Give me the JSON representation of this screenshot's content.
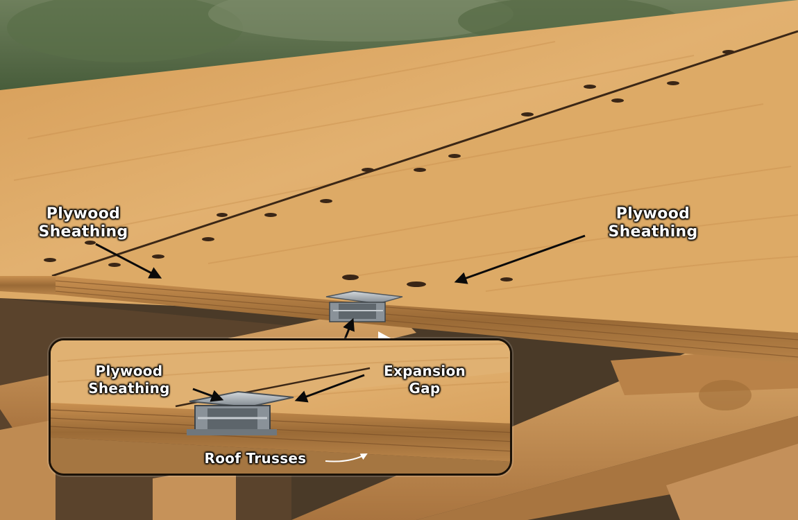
{
  "scene": {
    "labels": {
      "left_sheathing_line1": "Plywood",
      "left_sheathing_line2": "Sheathing",
      "right_sheathing_line1": "Plywood",
      "right_sheathing_line2": "Sheathing"
    },
    "inset": {
      "sheathing_line1": "Plywood",
      "sheathing_line2": "Sheathing",
      "gap_line1": "Expansion",
      "gap_line2": "Gap",
      "trusses": "Roof Trusses"
    },
    "colors": {
      "plywood": "#d9a45e",
      "plywood_light": "#e6b877",
      "plywood_edge": "#a87a45",
      "truss": "#c8955a",
      "foliage": "#4f6540",
      "clip": "#9ea6ad",
      "text": "#ffffff",
      "outline": "#000000"
    }
  }
}
